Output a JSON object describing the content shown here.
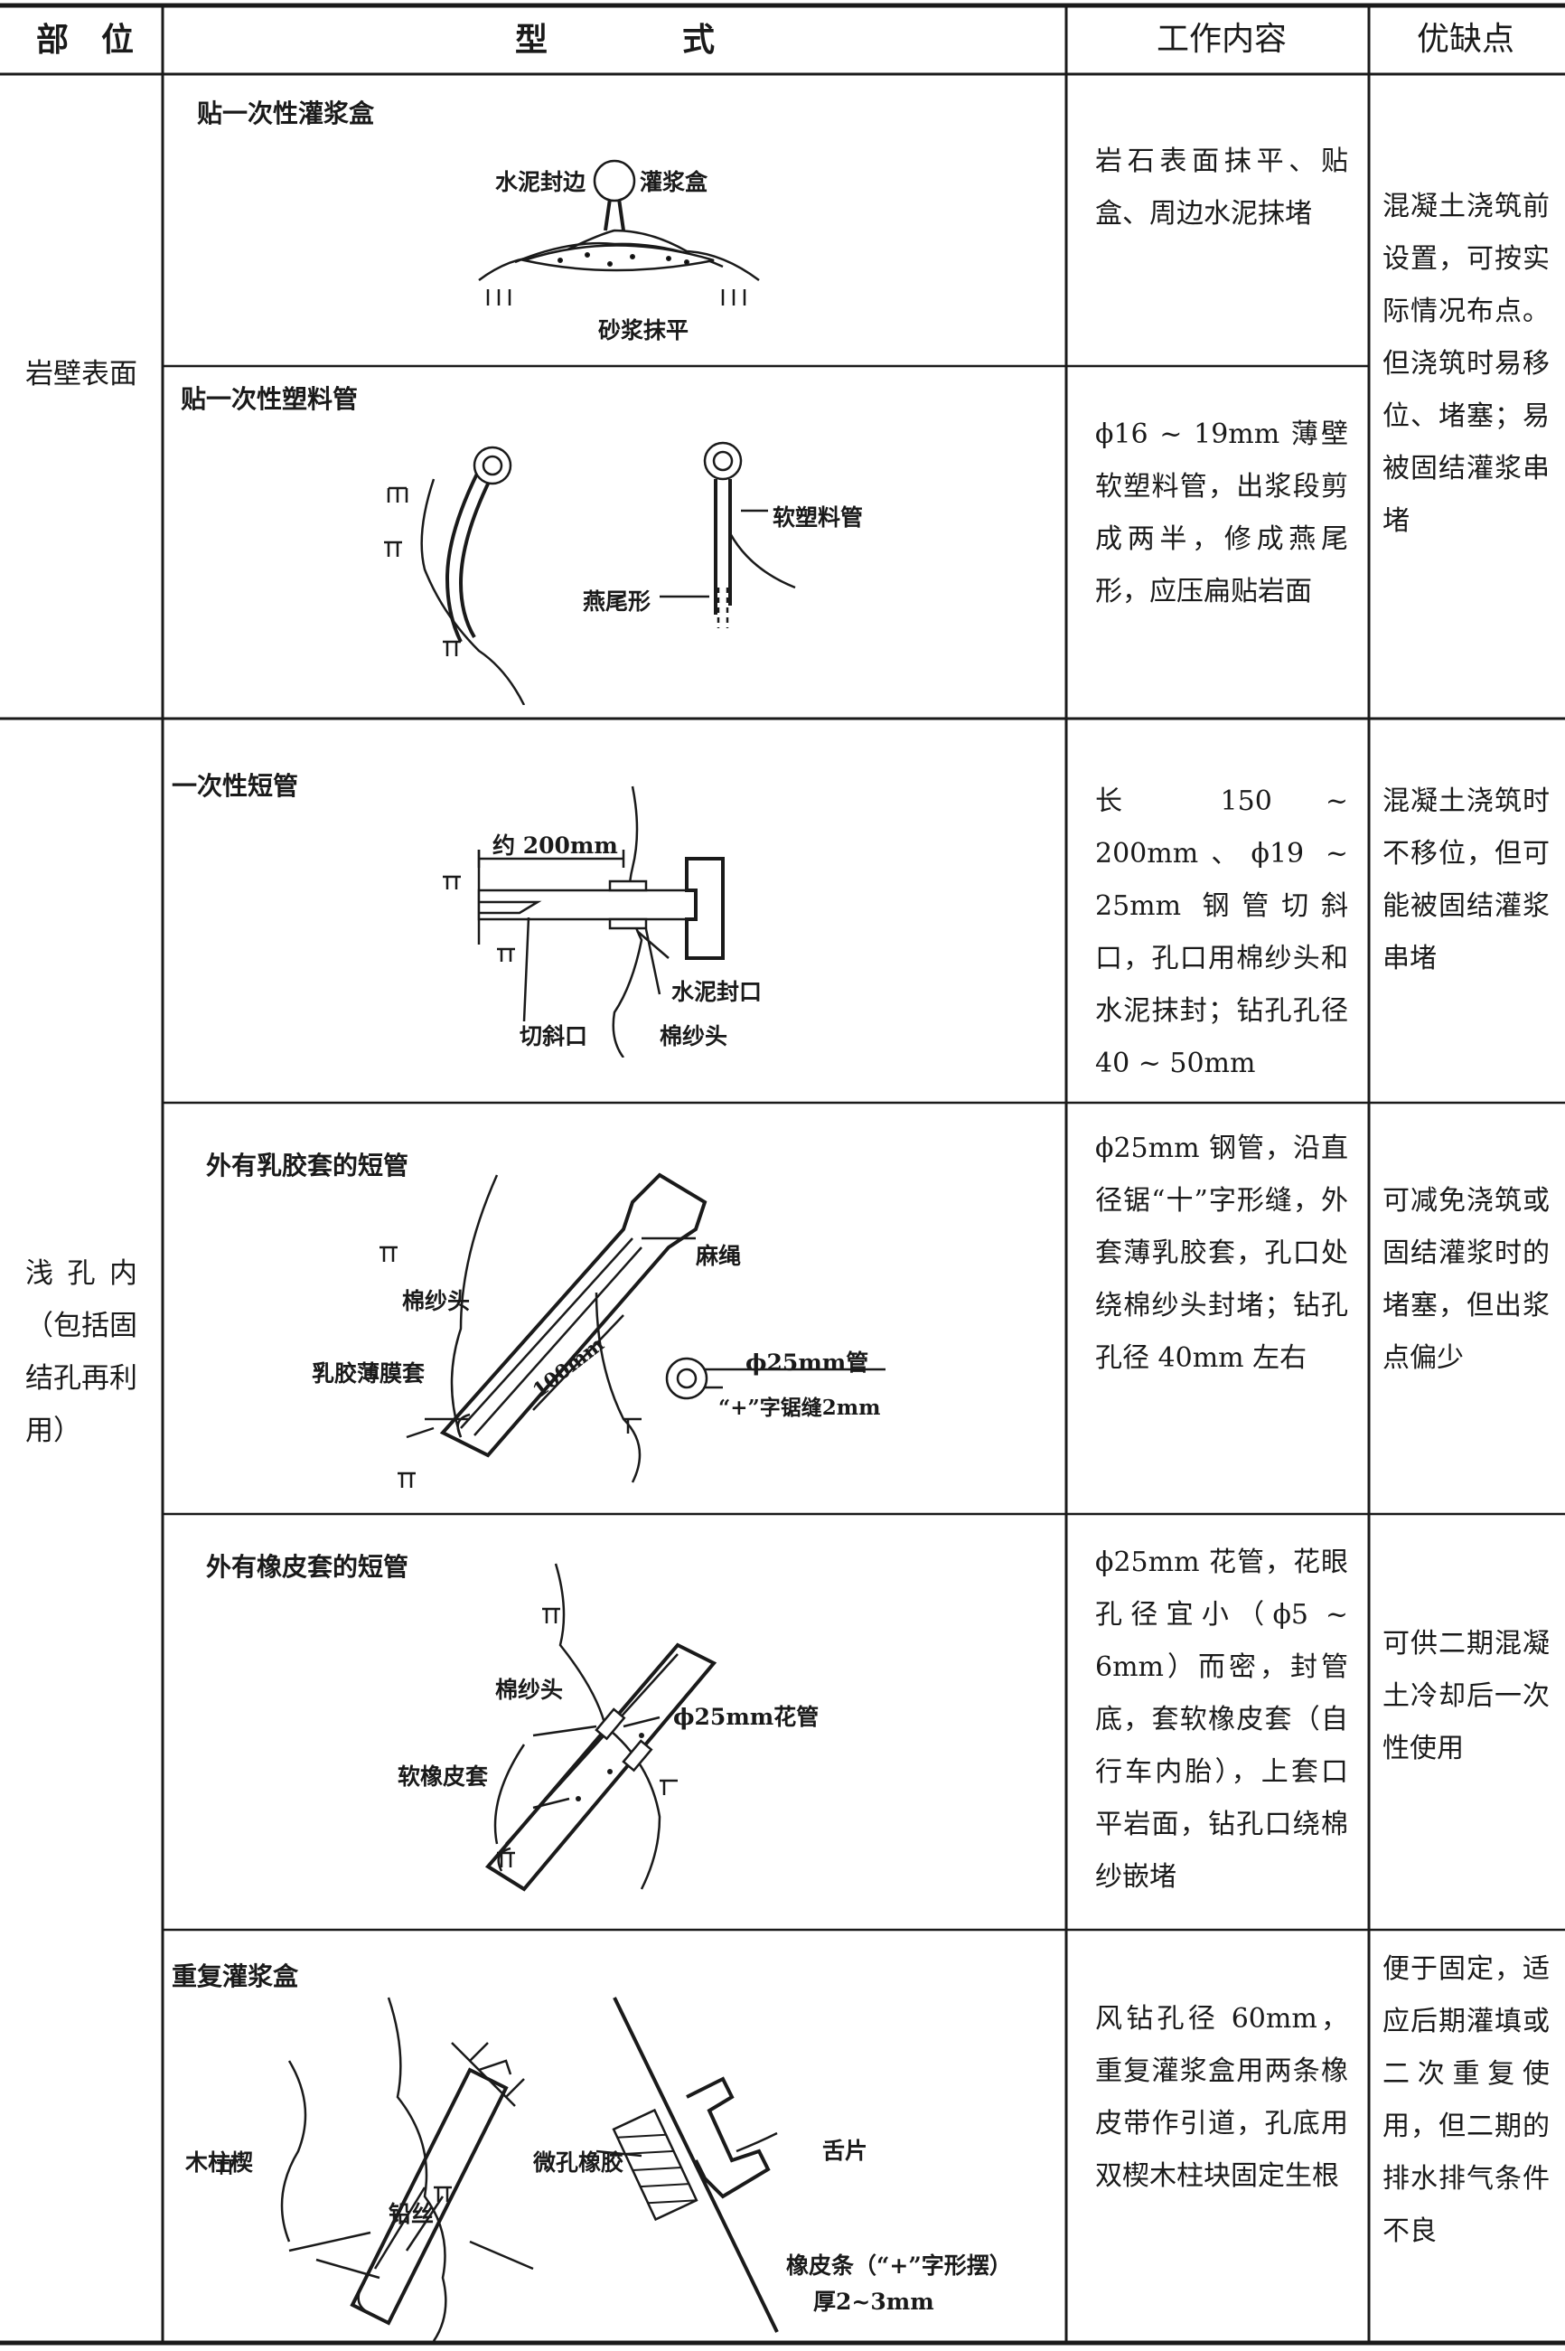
{
  "header": {
    "col1": "部　位",
    "col2_a": "型",
    "col2_b": "式",
    "col3": "工作内容",
    "col4": "优缺点"
  },
  "sections": {
    "surface": "岩壁表面",
    "shallow_hole": "浅孔内（包括固结孔再利用）"
  },
  "rows": [
    {
      "title": "贴一次性灌浆盒",
      "labels": [
        "水泥封边",
        "灌浆盒",
        "砂浆抹平"
      ],
      "content": "岩石表面抹平、贴盒、周边水泥抹堵"
    },
    {
      "title": "贴一次性塑料管",
      "labels": [
        "软塑料管",
        "燕尾形"
      ],
      "content": "ϕ16 ~ 19mm 薄壁软塑料管，出浆段剪成两半，修成燕尾形，应压扁贴岩面"
    },
    {
      "title": "一次性短管",
      "labels": [
        "约 200mm",
        "水泥封口",
        "切斜口",
        "棉纱头"
      ],
      "content": "长 150 ~ 200mm、ϕ19 ~ 25mm 钢管切斜口，孔口用棉纱头和水泥抹封；钻孔孔径 40 ~ 50mm"
    },
    {
      "title": "外有乳胶套的短管",
      "labels": [
        "麻绳",
        "棉纱头",
        "乳胶薄膜套",
        "100mm",
        "ϕ25mm管",
        "“+”字锯缝2mm"
      ],
      "content": "ϕ25mm 钢管，沿直径锯“十”字形缝，外套薄乳胶套，孔口处绕棉纱头封堵；钻孔孔径 40mm 左右"
    },
    {
      "title": "外有橡皮套的短管",
      "labels": [
        "棉纱头",
        "ϕ25mm花管",
        "软橡皮套"
      ],
      "content": "ϕ25mm 花管，花眼孔径宜小（ϕ5 ~ 6mm）而密，封管底，套软橡皮套（自行车内胎），上套口平岩面，钻孔口绕棉纱嵌堵"
    },
    {
      "title": "重复灌浆盒",
      "labels": [
        "木柱楔",
        "铅丝",
        "微孔橡胶",
        "舌片",
        "橡皮条（“+”字形摆）",
        "厚2~3mm"
      ],
      "content": "风钻孔径 60mm，重复灌浆盒用两条橡皮带作引道，孔底用双楔木柱块固定生根"
    }
  ],
  "merits": [
    "混凝土浇筑前设置，可按实际情况布点。但浇筑时易移位、堵塞；易被固结灌浆串堵",
    "混凝土浇筑时不移位，但可能被固结灌浆串堵",
    "可减免浇筑或固结灌浆时的堵塞，但出浆点偏少",
    "可供二期混凝土冷却后一次性使用",
    "便于固定，适应后期灌填或二次重复使用，但二期的排水排气条件不良"
  ]
}
